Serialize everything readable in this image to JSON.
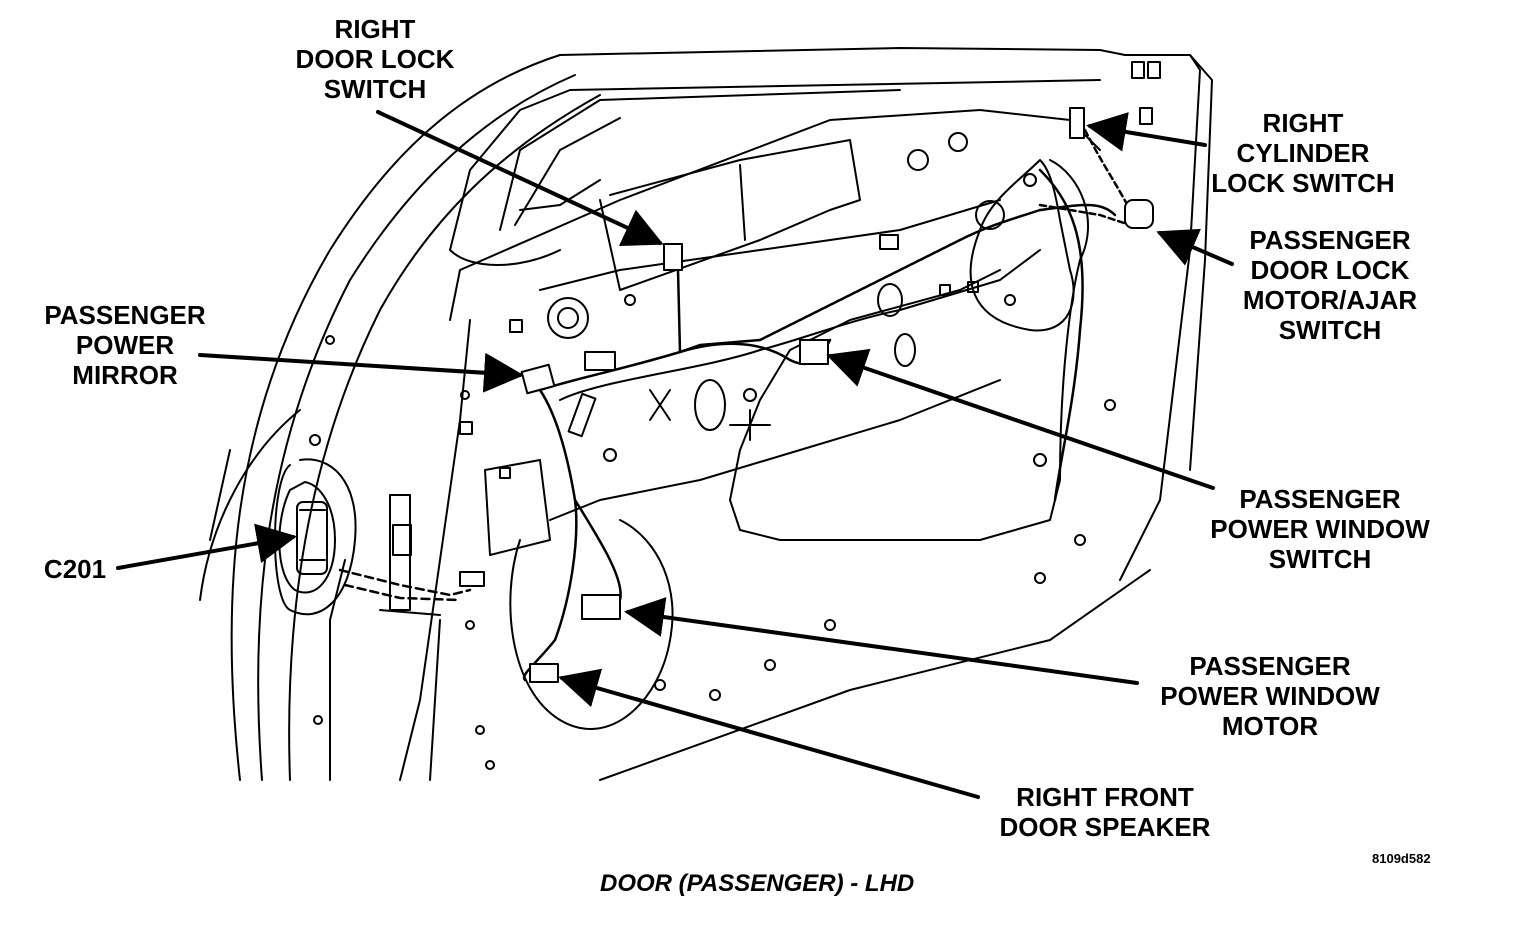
{
  "callouts": {
    "right_door_lock_switch": [
      "RIGHT",
      "DOOR LOCK",
      "SWITCH"
    ],
    "right_cylinder_lock_switch": [
      "RIGHT",
      "CYLINDER",
      "LOCK SWITCH"
    ],
    "passenger_door_lock_motor": [
      "PASSENGER",
      "DOOR LOCK",
      "MOTOR/AJAR",
      "SWITCH"
    ],
    "passenger_power_mirror": [
      "PASSENGER",
      "POWER",
      "MIRROR"
    ],
    "c201": [
      "C201"
    ],
    "passenger_power_window_switch": [
      "PASSENGER",
      "POWER WINDOW",
      "SWITCH"
    ],
    "passenger_power_window_motor": [
      "PASSENGER",
      "POWER WINDOW",
      "MOTOR"
    ],
    "right_front_door_speaker": [
      "RIGHT FRONT",
      "DOOR SPEAKER"
    ]
  },
  "figure_id": "8109d582",
  "caption": "DOOR (PASSENGER) - LHD"
}
